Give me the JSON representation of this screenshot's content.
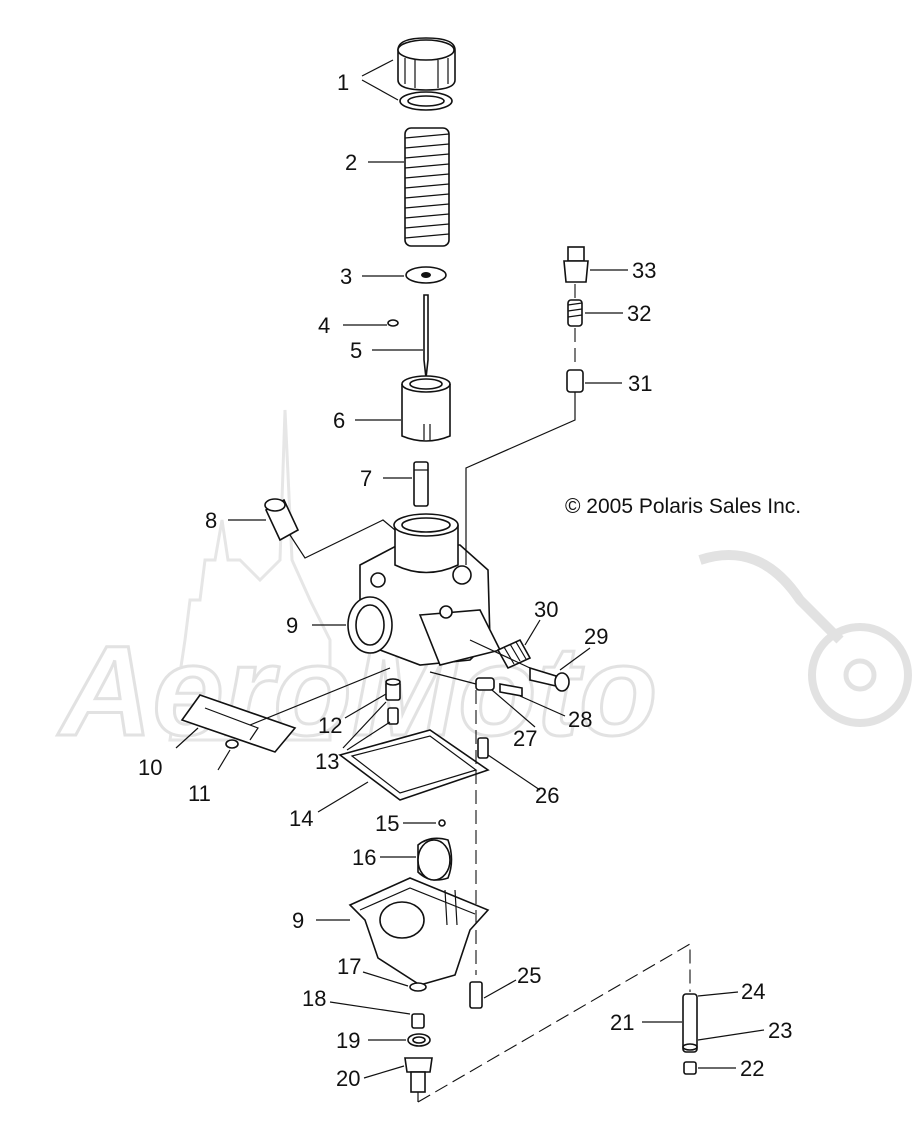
{
  "copyright": "© 2005 Polaris Sales Inc.",
  "watermark": "AeroMoto",
  "callouts": {
    "c1": "1",
    "c2": "2",
    "c3": "3",
    "c4": "4",
    "c5": "5",
    "c6": "6",
    "c7": "7",
    "c8": "8",
    "c9a": "9",
    "c9b": "9",
    "c10": "10",
    "c11": "11",
    "c12": "12",
    "c13": "13",
    "c14": "14",
    "c15": "15",
    "c16": "16",
    "c17": "17",
    "c18": "18",
    "c19": "19",
    "c20": "20",
    "c21": "21",
    "c22": "22",
    "c23": "23",
    "c24": "24",
    "c25": "25",
    "c26": "26",
    "c27": "27",
    "c28": "28",
    "c29": "29",
    "c30": "30",
    "c31": "31",
    "c32": "32",
    "c33": "33"
  },
  "colors": {
    "line": "#111111",
    "watermark": "#e2e2e2",
    "background": "#ffffff"
  }
}
